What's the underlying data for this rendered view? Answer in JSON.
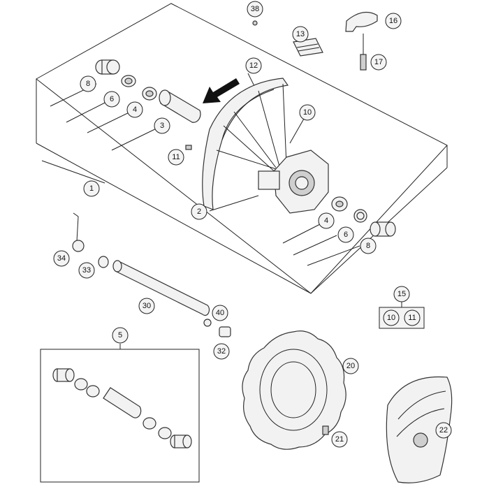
{
  "callouts": {
    "c1": "1",
    "c2": "2",
    "c3": "3",
    "c4a": "4",
    "c4b": "4",
    "c5": "5",
    "c6a": "6",
    "c6b": "6",
    "c8a": "8",
    "c8b": "8",
    "c10": "10",
    "c11": "11",
    "c12": "12",
    "c13": "13",
    "c15": "15",
    "c15_10": "10",
    "c15_11": "11",
    "c16": "16",
    "c17": "17",
    "c20": "20",
    "c21": "21",
    "c22": "22",
    "c30": "30",
    "c32": "32",
    "c33": "33",
    "c34": "34",
    "c38": "38",
    "c40": "40"
  },
  "colors": {
    "line": "#222222",
    "part_fill": "#f2f2f2",
    "callout_fill": "#f4f4f4",
    "arrow": "#111111"
  }
}
